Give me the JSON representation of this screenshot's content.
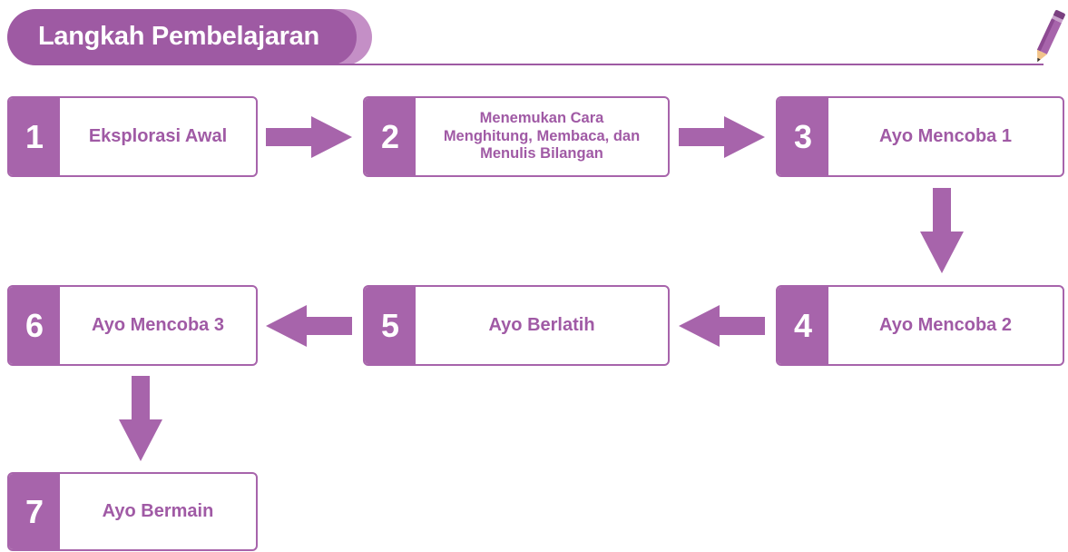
{
  "header": {
    "title": "Langkah Pembelajaran"
  },
  "steps": [
    {
      "number": "1",
      "label": "Eksplorasi Awal"
    },
    {
      "number": "2",
      "label": "Menemukan Cara\nMenghitung, Membaca, dan\nMenulis Bilangan"
    },
    {
      "number": "3",
      "label": "Ayo Mencoba 1"
    },
    {
      "number": "4",
      "label": "Ayo Mencoba 2"
    },
    {
      "number": "5",
      "label": "Ayo Berlatih"
    },
    {
      "number": "6",
      "label": "Ayo Mencoba 3"
    },
    {
      "number": "7",
      "label": "Ayo Bermain"
    }
  ],
  "colors": {
    "accent": "#a764ab",
    "header": "#9e5aa3",
    "header_light": "#c48fc6",
    "text": "#a05aa5"
  },
  "icons": {
    "header_decoration": "pencil-icon",
    "connector": "arrow-icon"
  }
}
